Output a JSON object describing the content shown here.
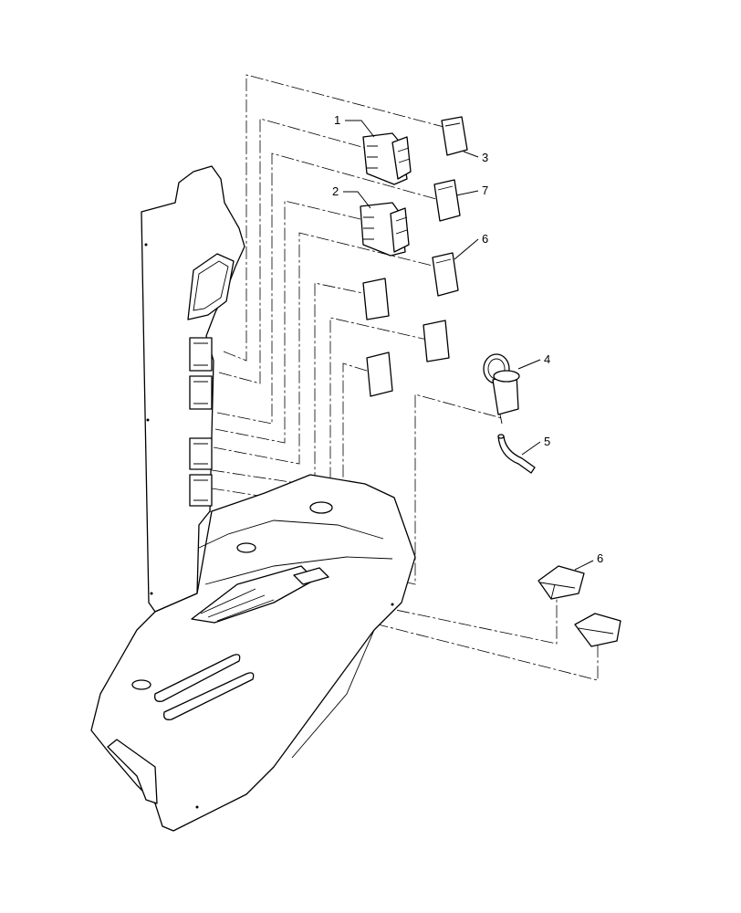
{
  "callouts": [
    {
      "label": "1"
    },
    {
      "label": "2"
    },
    {
      "label": "3"
    },
    {
      "label": "7"
    },
    {
      "label": "6"
    },
    {
      "label": "4"
    },
    {
      "label": "5"
    },
    {
      "label": "6"
    }
  ],
  "colors": {
    "line": "#000000",
    "background": "#ffffff"
  }
}
